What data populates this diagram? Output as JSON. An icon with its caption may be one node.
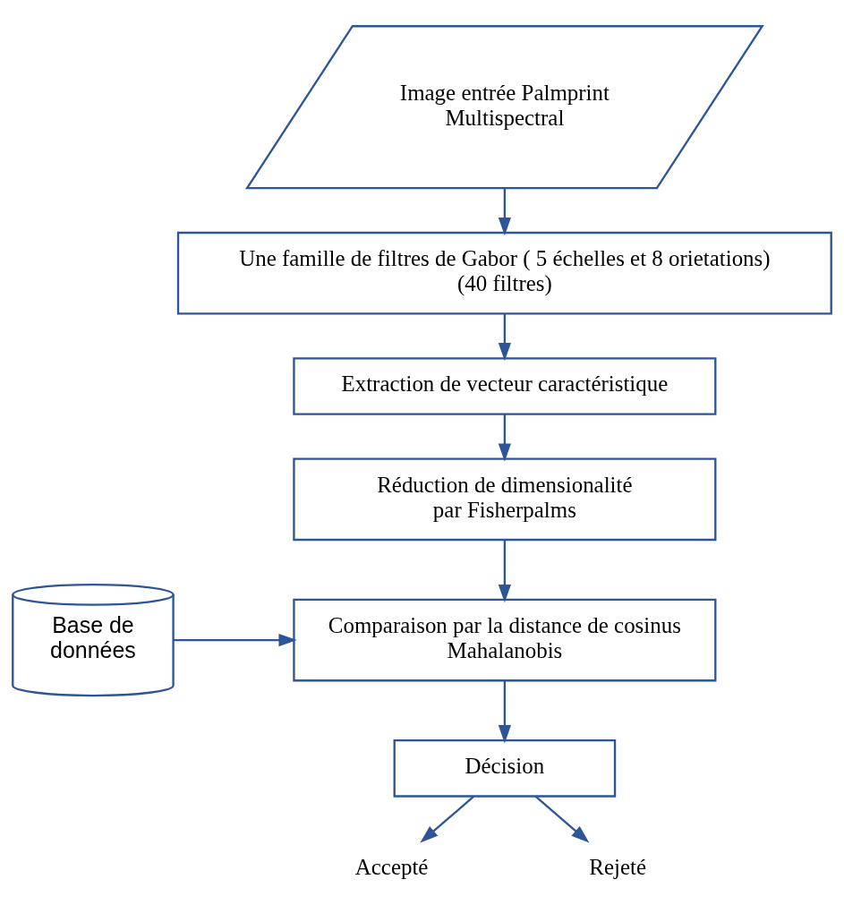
{
  "diagram": {
    "nodes": [
      {
        "text": [
          "Image entrée Palmprint Multispectral"
        ]
      },
      {
        "text": [
          "Une famille de filtres de Gabor ( 5 échelles et 8 orietations) (40 filtres)"
        ]
      },
      {
        "text": [
          "Extraction de vecteur caractéristique"
        ]
      },
      {
        "text": [
          "Réduction de dimensionalité par Fisherpalms"
        ]
      },
      {
        "text": [
          "Base de données"
        ]
      },
      {
        "text": [
          "Comparaison par la distance de cosinus Mahalanobis"
        ]
      },
      {
        "text": [
          "Décision"
        ]
      },
      {
        "text": [
          "Accepté"
        ]
      },
      {
        "text": [
          "Rejeté"
        ]
      }
    ],
    "edges": [
      {
        "from": 0,
        "to": 1,
        "arrow": "to"
      },
      {
        "from": 1,
        "to": 2,
        "arrow": "to"
      },
      {
        "from": 2,
        "to": 3,
        "arrow": "to"
      },
      {
        "from": 3,
        "to": 5,
        "arrow": "to"
      },
      {
        "from": 4,
        "to": 5,
        "arrow": "to"
      },
      {
        "from": 5,
        "to": 6,
        "arrow": "to"
      },
      {
        "from": 6,
        "to": 7,
        "arrow": "to"
      },
      {
        "from": 6,
        "to": 8,
        "arrow": "to"
      }
    ]
  }
}
